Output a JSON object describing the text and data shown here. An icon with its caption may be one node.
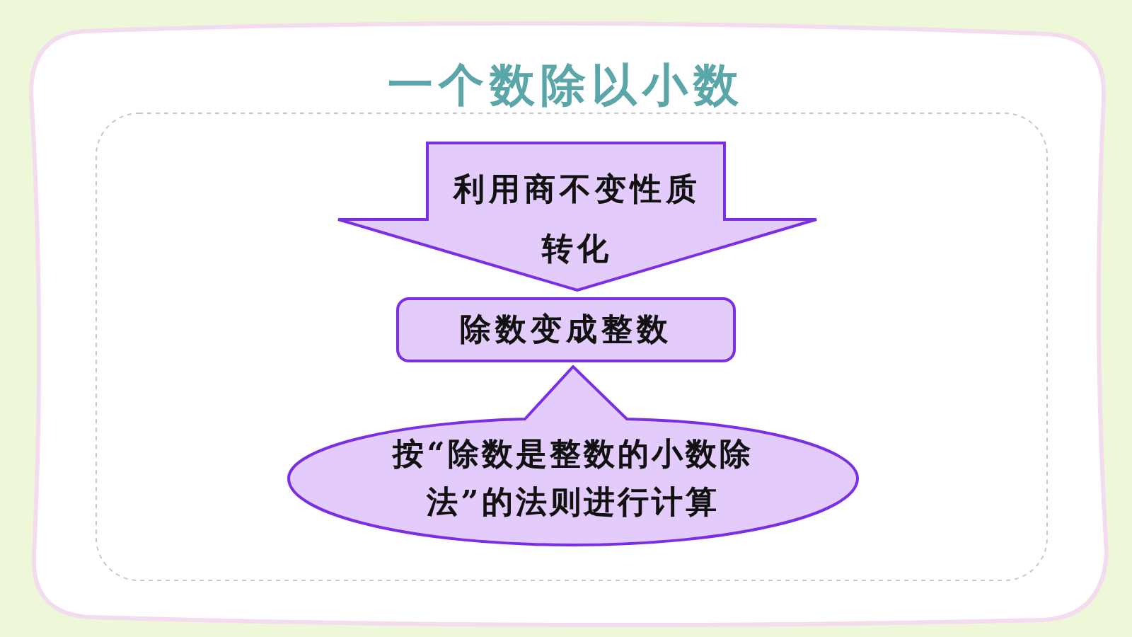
{
  "diagram": {
    "title": "一个数除以小数",
    "nodes": [
      {
        "text": [
          "利用商不变性质",
          "转化"
        ]
      },
      {
        "text": [
          "除数变成整数"
        ]
      },
      {
        "text": [
          "按“除数是整数的小数除法”的法则进行计算"
        ]
      }
    ]
  }
}
